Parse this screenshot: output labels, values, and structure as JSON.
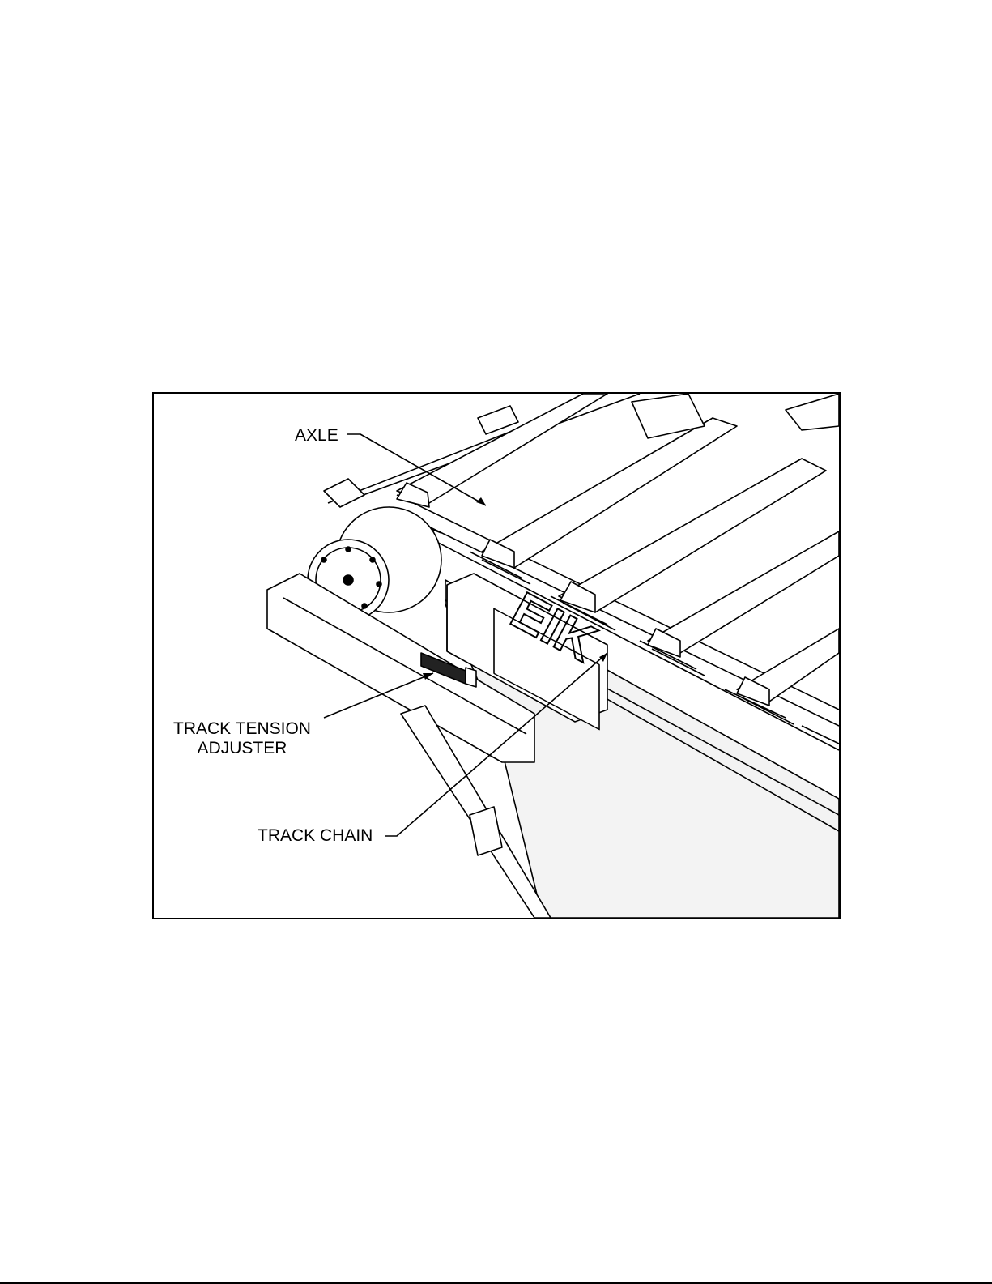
{
  "figure": {
    "callouts": {
      "axle": "AXLE",
      "track_tension_line1": "TRACK TENSION",
      "track_tension_line2": "ADJUSTER",
      "track_chain": "TRACK CHAIN"
    },
    "logo_text": "EIK"
  },
  "colors": {
    "line": "#000000",
    "background": "#ffffff",
    "shade": "#e6e6e6"
  }
}
